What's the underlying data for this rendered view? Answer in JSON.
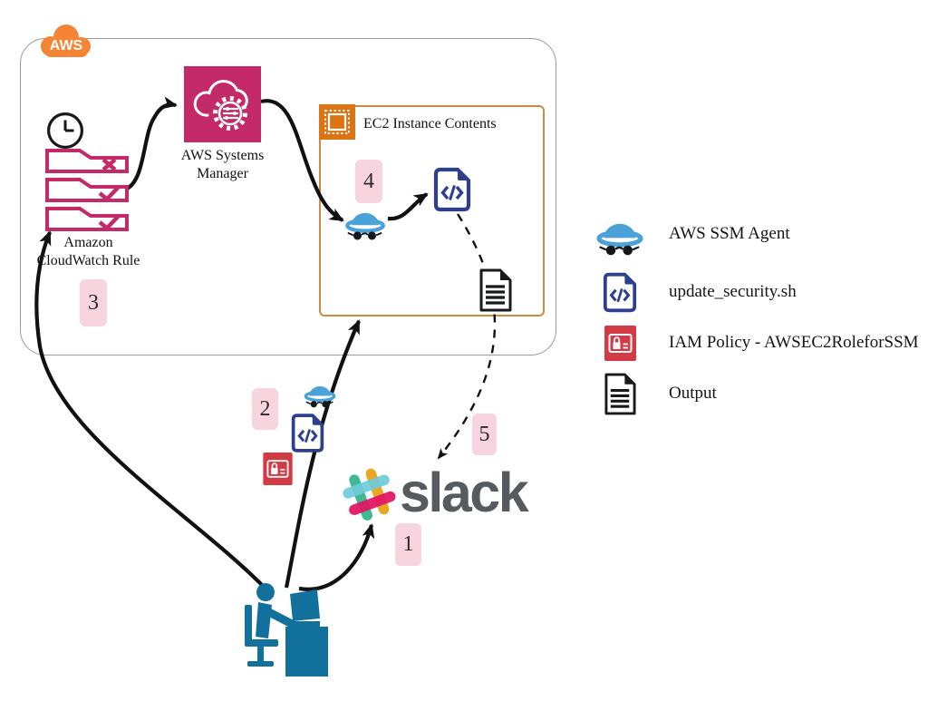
{
  "diagram": {
    "aws_cloud_label": "AWS",
    "cloudwatch": {
      "label_line1": "Amazon",
      "label_line2": "CloudWatch Rule"
    },
    "systems_manager": {
      "label_line1": "AWS Systems",
      "label_line2": "Manager"
    },
    "ec2_box": {
      "title": "EC2 Instance Contents"
    },
    "slack": {
      "wordmark": "slack"
    },
    "steps": {
      "step1": "1",
      "step2": "2",
      "step3": "3",
      "step4": "4",
      "step5": "5"
    }
  },
  "legend": {
    "items": [
      {
        "icon": "ssm-agent-icon",
        "label": "AWS SSM Agent"
      },
      {
        "icon": "script-file-icon",
        "label": "update_security.sh"
      },
      {
        "icon": "iam-policy-icon",
        "label": "IAM Policy - AWSEC2RoleforSSM"
      },
      {
        "icon": "output-document-icon",
        "label": "Output"
      }
    ]
  },
  "colors": {
    "aws_cloud_orange": "#f58534",
    "boundary_gray": "#9b9b9e",
    "magenta": "#c32a67",
    "ec2_border_orange": "#d08a3f",
    "ec2_chip_orange": "#dc7414",
    "script_navy": "#2d3f8e",
    "iam_red": "#d43a43",
    "agent_hat_blue": "#4aa2d8",
    "person_teal": "#11719c",
    "badge_pink": "#f8d5de",
    "slack_text_gray": "#565b60",
    "slack_green": "#3eb991",
    "slack_cyan": "#6ecadc",
    "slack_yellow": "#e9a820",
    "slack_pink": "#e01765",
    "arrow_black": "#111111"
  }
}
